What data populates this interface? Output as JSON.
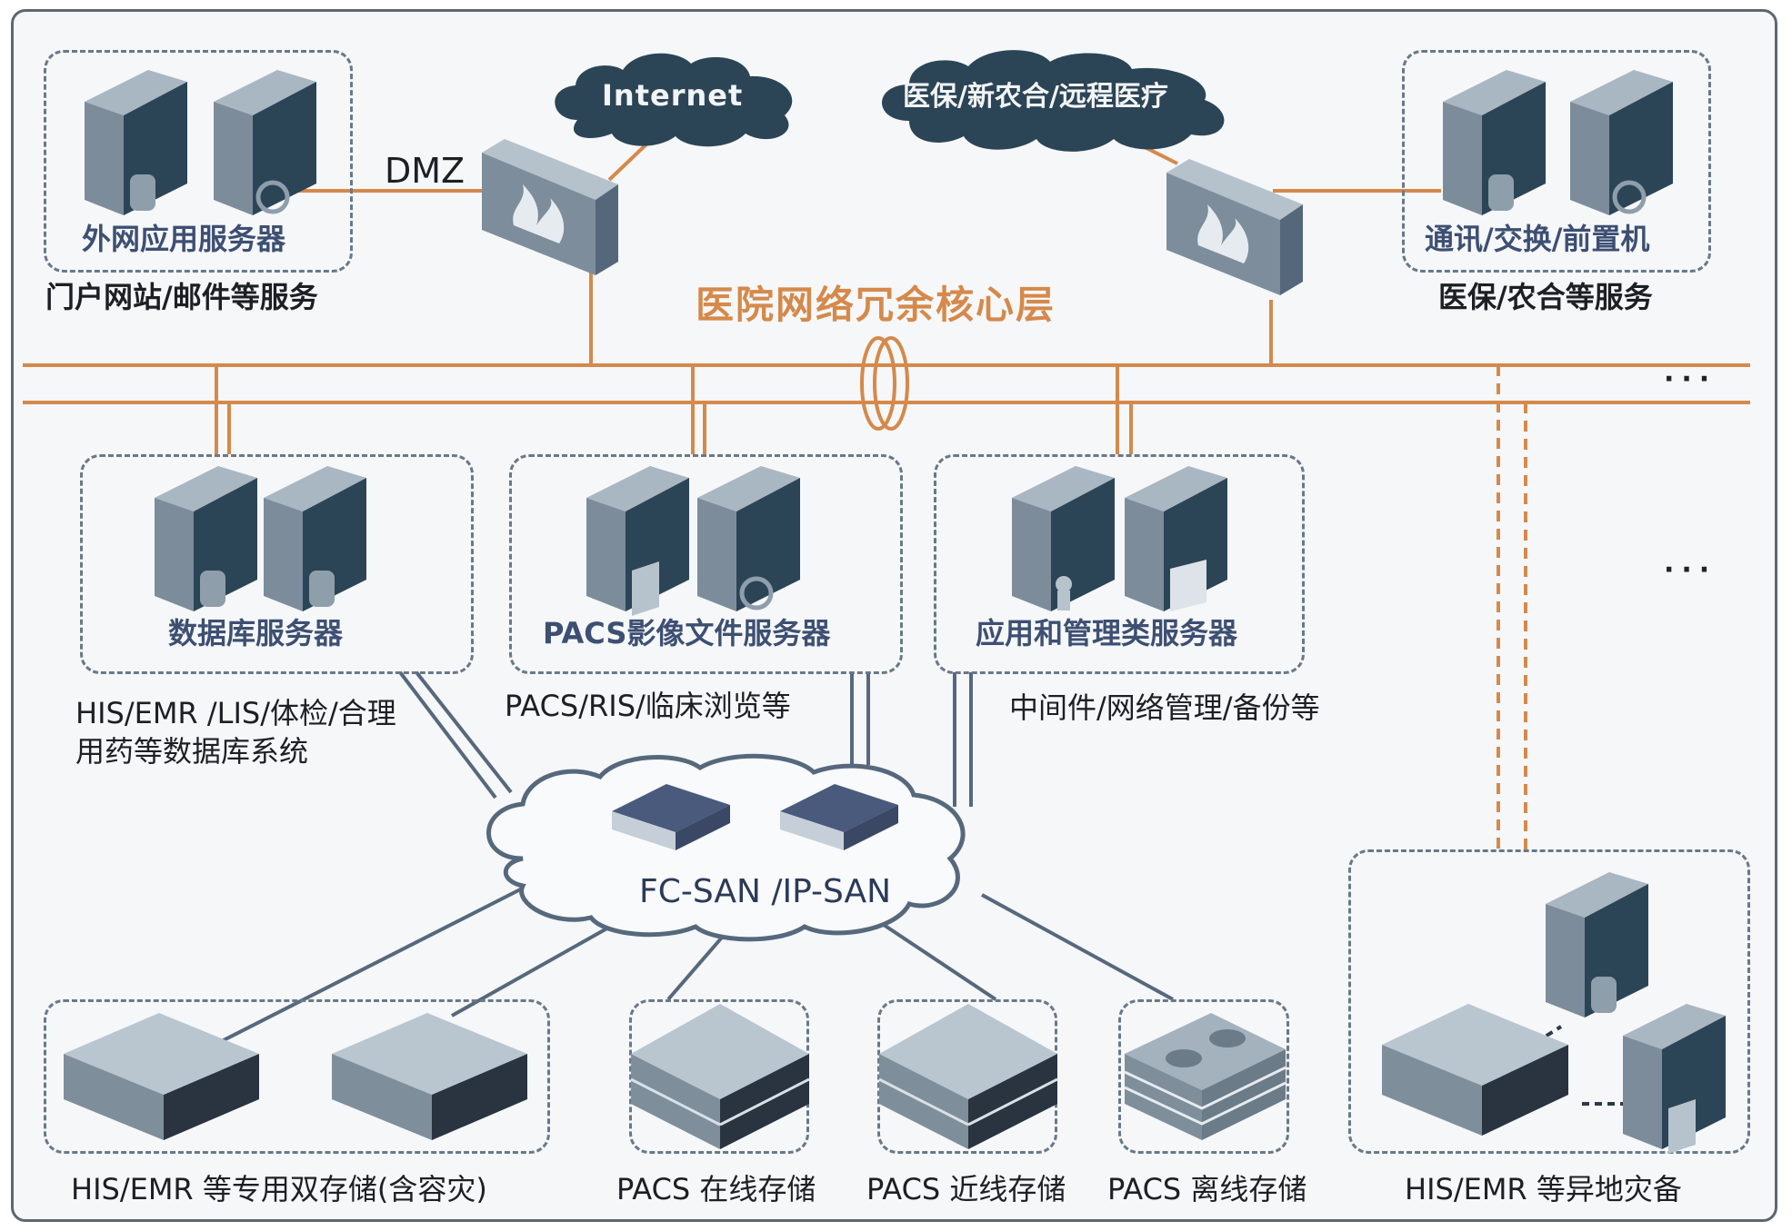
{
  "diagram": {
    "title": "医院网络冗余核心层",
    "clouds": {
      "internet": "Internet",
      "medical_insurance": "医保/新农合/远程医疗",
      "san": "FC-SAN /IP-SAN"
    },
    "dmz_label": "DMZ",
    "more_indicator": "···",
    "groups": {
      "external_app": {
        "box_label": "外网应用服务器",
        "caption": "门户网站/邮件等服务"
      },
      "comm_exchange": {
        "box_label": "通讯/交换/前置机",
        "caption": "医保/农合等服务"
      },
      "database": {
        "box_label": "数据库服务器",
        "caption": "HIS/EMR /LIS/体检/合理用药等数据库系统"
      },
      "pacs_file": {
        "box_label": "PACS影像文件服务器",
        "caption": "PACS/RIS/临床浏览等"
      },
      "app_mgmt": {
        "box_label": "应用和管理类服务器",
        "caption": "中间件/网络管理/备份等"
      },
      "dual_storage": {
        "caption": "HIS/EMR 等专用双存储(含容灾)"
      },
      "pacs_online": {
        "caption": "PACS 在线存储"
      },
      "pacs_nearline": {
        "caption": "PACS 近线存储"
      },
      "pacs_offline": {
        "caption": "PACS 离线存储"
      },
      "remote_dr": {
        "caption": "HIS/EMR 等异地灾备"
      }
    },
    "colors": {
      "core_link": "#d5894a",
      "san_link": "#56687c",
      "device_dark": "#2b4556",
      "device_light": "#9eaebb",
      "cloud_dark": "#2b4556"
    }
  }
}
